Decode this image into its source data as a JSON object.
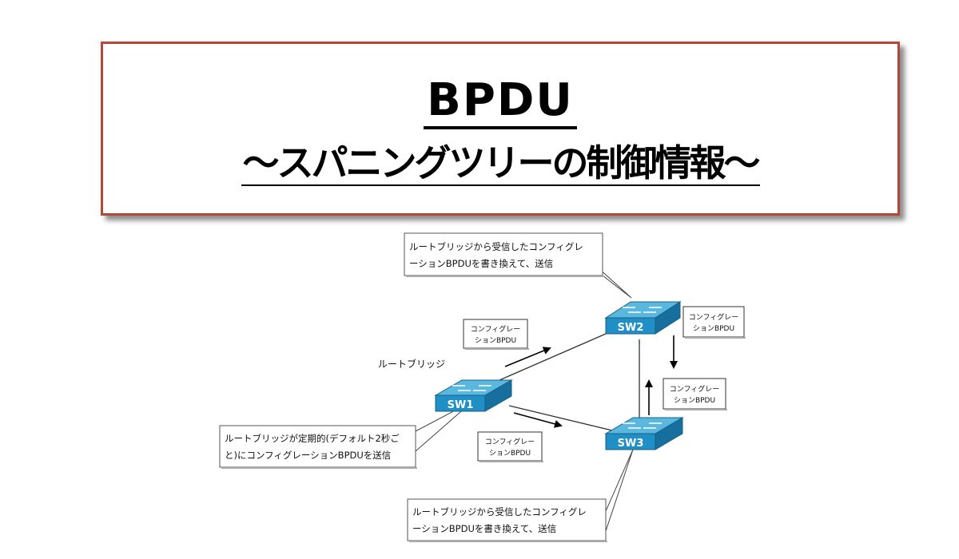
{
  "title": {
    "main": "BPDU",
    "sub": "～スパニングツリーの制御情報～"
  },
  "diagram": {
    "switches": {
      "sw1": "SW1",
      "sw2": "SW2",
      "sw3": "SW3"
    },
    "root_label": "ルートブリッジ",
    "callout_top": [
      "ルートブリッジから受信したコンフィグレ",
      "ーションBPDUを書き換えて、送信"
    ],
    "callout_left": [
      "ルートブリッジが定期的(デフォルト2秒ご",
      "と)にコンフィグレーションBPDUを送信"
    ],
    "callout_bottom": [
      "ルートブリッジから受信したコンフィグレ",
      "ーションBPDUを書き換えて、送信"
    ],
    "bpdu_box_upper_left": [
      "コンフィグレー",
      "ションBPDU"
    ],
    "bpdu_box_right_top": [
      "コンフィグレー",
      "ションBPDU"
    ],
    "bpdu_box_right_mid": [
      "コンフィグレー",
      "ションBPDU"
    ],
    "bpdu_box_lower_mid": [
      "コンフィグレー",
      "ションBPDU"
    ],
    "colors": {
      "switch_top": "#5ab8df",
      "switch_front": "#1f8fc6",
      "switch_side": "#166f9c",
      "frame": "#b5473a"
    }
  }
}
